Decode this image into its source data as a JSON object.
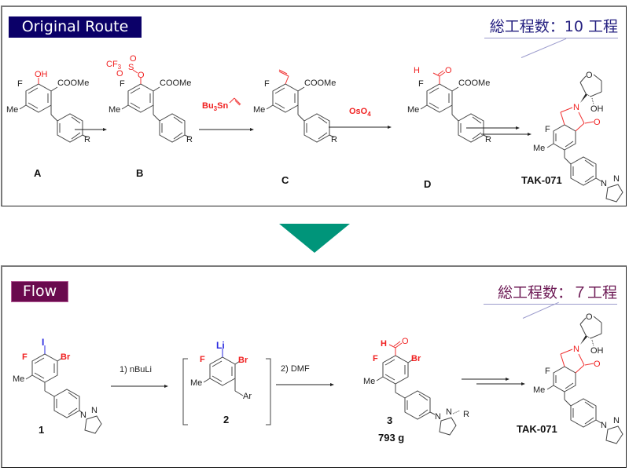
{
  "original_route": {
    "title": "Original Route",
    "total_steps": "総工程数：10 工程",
    "compounds": [
      {
        "id": "A",
        "substituents": [
          "OH",
          "F",
          "Me",
          "COOMe",
          "R"
        ]
      },
      {
        "id": "B",
        "substituents": [
          "CF3",
          "S",
          "O",
          "O",
          "O",
          "F",
          "Me",
          "COOMe",
          "R"
        ]
      },
      {
        "id": "C",
        "substituents": [
          "F",
          "Me",
          "COOMe",
          "R"
        ]
      },
      {
        "id": "D",
        "substituents": [
          "H",
          "O",
          "F",
          "Me",
          "COOMe",
          "R"
        ]
      },
      {
        "id": "TAK-071",
        "substituents": [
          "O",
          "N",
          "OH",
          "O",
          "F",
          "Me",
          "N",
          "N"
        ]
      }
    ],
    "reagents": {
      "b_to_c_prefix": "Bu",
      "b_to_c_sub": "3",
      "b_to_c_suffix": "Sn",
      "c_to_d_prefix": "OsO",
      "c_to_d_sub": "4"
    }
  },
  "flow": {
    "title": "Flow",
    "total_steps": "総工程数：７工程",
    "compounds": [
      {
        "id": "1",
        "substituents": [
          "I",
          "F",
          "Br",
          "Me",
          "N",
          "N"
        ]
      },
      {
        "id": "2",
        "substituents": [
          "Li",
          "F",
          "Br",
          "Me",
          "Ar"
        ]
      },
      {
        "id": "3",
        "yield": "793 g",
        "substituents": [
          "H",
          "O",
          "F",
          "Br",
          "Me",
          "N",
          "N",
          "R"
        ]
      },
      {
        "id": "TAK-071",
        "substituents": [
          "O",
          "N",
          "OH",
          "O",
          "F",
          "Me",
          "N",
          "N"
        ]
      }
    ],
    "reagents": {
      "step1": "1) nBuLi",
      "step2": "2) DMF"
    }
  },
  "colors": {
    "original_badge": "#0b0068",
    "flow_badge": "#6a0a4e",
    "transition_arrow": "#00957a",
    "highlight": "#f03030",
    "lithium": "#2a2ae0"
  }
}
